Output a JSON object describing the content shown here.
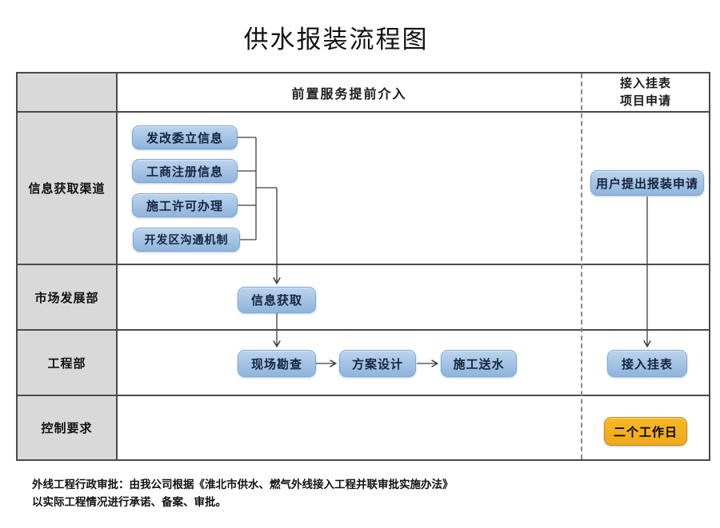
{
  "title": "供水报装流程图",
  "table": {
    "header": {
      "middle_label": "前置服务提前介入",
      "right_label_line1": "接入挂表",
      "right_label_line2": "项目申请"
    },
    "row_labels": [
      "信息获取渠道",
      "市场发展部",
      "工程部",
      "控制要求"
    ]
  },
  "nodes": {
    "fagaiwei": "发改委立信息",
    "gongshang": "工商注册信息",
    "shigong_xuke": "施工许可办理",
    "kaifaqu": "开发区沟通机制",
    "xinxi_huoqu": "信息获取",
    "xianchang_kancha": "现场勘查",
    "fangan_sheji": "方案设计",
    "shigong_songshui": "施工送水",
    "yonghu_shenqing": "用户提出报装申请",
    "jieru_guabiao": "接入挂表",
    "gongzuori": "二个工作日"
  },
  "footer": {
    "line1": "外线工程行政审批：由我公司根据《淮北市供水、燃气外线接入工程并联审批实施办法》",
    "line2": "以实际工程情况进行承诺、备案、审批。"
  },
  "colors": {
    "process_box_fill_top": "#BCD4EE",
    "process_box_fill_bottom": "#8FB4DC",
    "process_box_border": "#7FA8D2",
    "highlight_box_fill": "#F8B824",
    "highlight_box_border": "#C8891B",
    "lane_label_bg": "#D9D9D9",
    "grid_line": "#4A4A4A",
    "connector": "#3F3F3F"
  }
}
